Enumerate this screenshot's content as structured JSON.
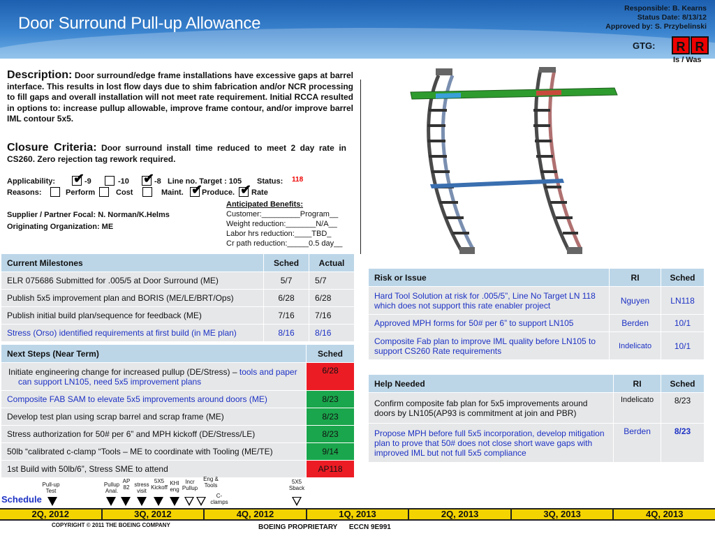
{
  "header": {
    "title": "Door Surround Pull-up Allowance",
    "responsible": "Responsible: B. Kearns",
    "status_date": "Status Date: 8/13/12",
    "approved": "Approved by: S. Przybelinski",
    "gtg_label": "GTG:",
    "is_rating": "R",
    "was_rating": "R",
    "is_was_label": "Is / Was",
    "rating_color": "#e00000"
  },
  "description": {
    "heading": "Description:",
    "text": " Door surround/edge frame installations have excessive gaps at barrel interface. This results in lost flow days due to shim fabrication and/or NCR processing to fill gaps and overall installation will not meet rate requirement. Initial RCCA resulted in options to: increase pullup allowable, improve frame contour, and/or improve barrel IML contour 5x5."
  },
  "closure": {
    "heading": "Closure Criteria:",
    "text": " Door surround install time reduced to meet 2 day rate in CS260. Zero rejection tag rework required."
  },
  "applicability": {
    "label": "Applicability:",
    "opts": [
      "-9",
      "-10",
      "-8"
    ],
    "checked": [
      true,
      false,
      true
    ],
    "line_no": "Line no. Target : 105",
    "status_label": "Status:",
    "status_value": "118"
  },
  "reasons": {
    "label": "Reasons:",
    "opts": [
      "Perform",
      "Cost",
      "Maint.",
      "Produce.",
      "Rate"
    ],
    "checked": [
      false,
      false,
      false,
      true,
      true
    ]
  },
  "focal": {
    "supplier": "Supplier / Partner Focal: N. Norman/K.Helms",
    "org": "Originating Organization: ME"
  },
  "benefits": {
    "heading": "Anticipated Benefits:",
    "lines": [
      "Customer:_________Program__",
      "Weight reduction:_______N/A__",
      "Labor hrs reduction:____TBD_",
      "Cr path reduction:_____0.5 day__"
    ]
  },
  "milestones": {
    "headers": [
      "Current Milestones",
      "Sched",
      "Actual"
    ],
    "rows": [
      {
        "text": "ELR 075686 Submitted for .005/5 at Door Surround (ME)",
        "sched": "5/7",
        "actual": "5/7",
        "blue": false
      },
      {
        "text": "Publish 5x5 improvement plan and BORIS (ME/LE/BRT/Ops)",
        "sched": "6/28",
        "actual": "6/28",
        "blue": false
      },
      {
        "text": "Publish initial build plan/sequence for feedback (ME)",
        "sched": "7/16",
        "actual": "7/16",
        "blue": false
      },
      {
        "text": "Stress (Orso) identified requirements at first build (in ME plan)",
        "sched": "8/16",
        "actual": "8/16",
        "blue": true
      }
    ]
  },
  "next_steps": {
    "headers": [
      "Next Steps (Near Term)",
      "Sched"
    ],
    "rows": [
      {
        "text_a": "Initiate engineering change for increased pullup (DE/Stress) – ",
        "text_b": "tools and paper can support LN105, need 5x5 improvement plans",
        "sched": "6/28",
        "status": "red"
      },
      {
        "text_a": "",
        "text_b": "Composite FAB SAM to elevate 5x5 improvements around doors (ME)",
        "sched": "8/23",
        "status": "green"
      },
      {
        "text_a": "Develop test plan using scrap barrel and scrap frame (ME)",
        "text_b": "",
        "sched": "8/23",
        "status": "green"
      },
      {
        "text_a": "Stress authorization for 50# per 6” and MPH kickoff (DE/Stress/LE)",
        "text_b": "",
        "sched": "8/23",
        "status": "green"
      },
      {
        "text_a": "50lb “calibrated c-clamp “Tools – ME to coordinate with Tooling (ME/TE)",
        "text_b": "",
        "sched": "9/14",
        "status": "green"
      },
      {
        "text_a": "1st Build  with 50lb/6”, Stress SME to attend",
        "text_b": "",
        "sched": "AP118",
        "status": "red"
      }
    ]
  },
  "risks": {
    "headers": [
      "Risk or Issue",
      "RI",
      "Sched"
    ],
    "rows": [
      {
        "text": "Hard Tool Solution at risk for .005/5”, Line No Target LN 118 which does not support this rate enabler project",
        "ri": "Nguyen",
        "sched": "LN118"
      },
      {
        "text": "Approved MPH forms for 50# per 6” to support LN105",
        "ri": "Berden",
        "sched": "10/1"
      },
      {
        "text": "Composite Fab plan to improve IML quality before LN105 to support CS260 Rate requirements",
        "ri": "Indelicato",
        "sched": "10/1"
      }
    ]
  },
  "help": {
    "headers": [
      "Help Needed",
      "RI",
      "Sched"
    ],
    "rows": [
      {
        "text": "Confirm composite fab plan for 5x5 improvements around doors by LN105(AP93 is commitment at join and PBR)",
        "ri": "Indelicato",
        "sched": "8/23",
        "blue": false
      },
      {
        "text": "Propose MPH before full 5x5 incorporation, develop mitigation plan to prove that 50# does not close short wave gaps with improved IML but not full 5x5 compliance",
        "ri": "Berden",
        "sched": "8/23",
        "blue": true
      }
    ]
  },
  "schedule": {
    "label": "Schedule",
    "quarters": [
      "2Q, 2012",
      "3Q, 2012",
      "4Q, 2012",
      "1Q, 2013",
      "2Q, 2013",
      "3Q, 2013",
      "4Q, 2013"
    ],
    "milestones": [
      {
        "label": "Pull-up Test",
        "filled": true
      },
      {
        "label": "Pullup Anal.",
        "filled": true
      },
      {
        "label": "AP 82",
        "filled": true
      },
      {
        "label": "stress visit",
        "filled": true
      },
      {
        "label": "5X5 Kickoff",
        "filled": true
      },
      {
        "label": "KHI eng",
        "filled": true
      },
      {
        "label": "Incr Pullup",
        "filled": false
      },
      {
        "label": "Eng & Tools",
        "filled": false
      },
      {
        "label": "C-clamps",
        "filled": false
      },
      {
        "label": "5X5 Sback",
        "filled": false
      }
    ]
  },
  "footer": {
    "copyright": "COPYRIGHT © 2011 THE BOEING COMPANY",
    "proprietary": "BOEING PROPRIETARY      ECCN 9E991"
  }
}
